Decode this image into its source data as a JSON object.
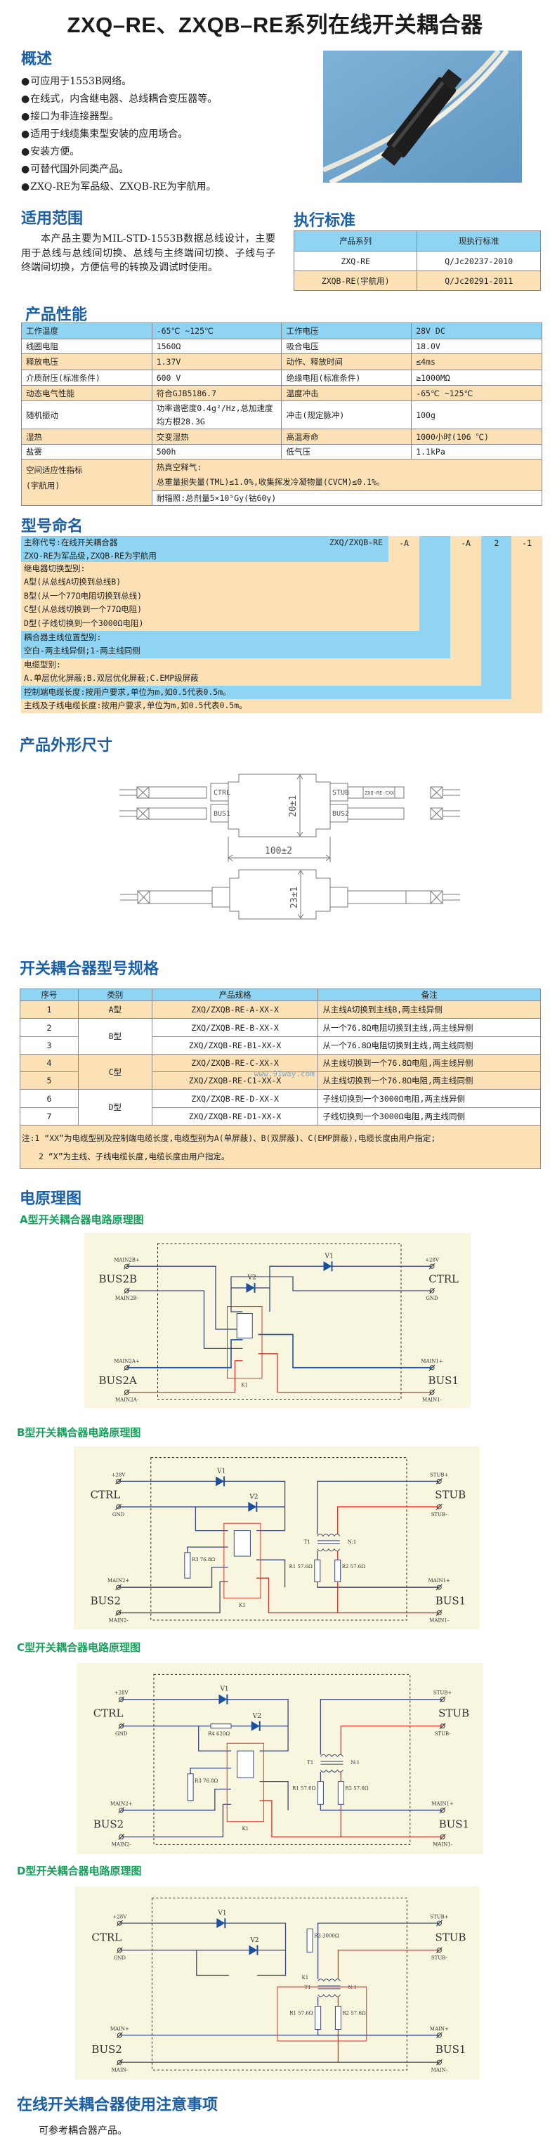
{
  "title": "ZXQ–RE、ZXQB–RE系列在线开关耦合器",
  "overview": {
    "heading": "概述",
    "bullets": [
      "可应用于1553B网络。",
      "在线式，内含继电器、总线耦合变压器等。",
      "接口为非连接器型。",
      "适用于线缆集束型安装的应用场合。",
      "安装方便。",
      "可替代国外同类产品。",
      "ZXQ-RE为军品级、ZXQB-RE为宇航用。"
    ]
  },
  "scope": {
    "heading": "适用范围",
    "text": "本产品主要为MIL-STD-1553B数据总线设计，主要用于总线与总线间切换、总线与主终端间切换、子线与子终端间切换，方便信号的转换及调试时使用。"
  },
  "standards": {
    "heading": "执行标准",
    "headers": [
      "产品系列",
      "现执行标准"
    ],
    "rows": [
      [
        "ZXQ-RE",
        "Q/Jc20237-2010"
      ],
      [
        "ZXQB-RE(宇航用)",
        "Q/Jc20291-2011"
      ]
    ]
  },
  "performance": {
    "heading": "产品性能",
    "rows": [
      [
        "工作温度",
        "-65℃ ~125℃",
        "工作电压",
        "28V DC"
      ],
      [
        "线圈电阻",
        "1560Ω",
        "吸合电压",
        "18.0V"
      ],
      [
        "释放电压",
        "1.37V",
        "动作、释放时间",
        "≤4ms"
      ],
      [
        "介质耐压(标准条件)",
        "600 V",
        "绝缘电阻(标准条件)",
        "≥1000MΩ"
      ],
      [
        "动态电气性能",
        "符合GJB5186.7",
        "温度冲击",
        "-65℃ ~125℃"
      ],
      [
        "随机振动",
        "功率谱密度0.4g²/Hz,总加速度均方根28.3G",
        "冲击(规定脉冲)",
        "100g"
      ],
      [
        "湿热",
        "交变湿热",
        "高温寿命",
        "1000小时(106 ℃)"
      ],
      [
        "盐雾",
        "500h",
        "低气压",
        "1.1kPa"
      ]
    ],
    "space_label": [
      "空间适应性指标",
      "(宇航用)"
    ],
    "space_outgas": [
      "热真空释气:",
      "总重量损失量(TML)≤1.0%,收集挥发冷凝物量(CVCM)≤0.1%。"
    ],
    "space_radiation": "耐辐照:总剂量5×10⁵Gy(钴60γ)"
  },
  "naming": {
    "heading": "型号命名",
    "main_label": "主称代号:在线开关耦合器",
    "main_code": "ZXQ/ZXQB-RE",
    "main_note": "ZXQ-RE为军品级,ZXQB-RE为宇航用",
    "codes": [
      "-A",
      "",
      "-A",
      "2",
      "-1"
    ],
    "relay": [
      "继电器切换型别:",
      "A型(从总线A切换到总线B)",
      "B型(从一个77Ω电阻切换到总线)",
      "C型(从总线切换到一个77Ω电阻)",
      "D型(子线切换到一个3000Ω电阻)"
    ],
    "position": [
      "耦合器主线位置型别:",
      "空白-两主线异侧;1-两主线同侧"
    ],
    "cable": [
      "电缆型别:",
      "A.单层优化屏蔽;B.双层优化屏蔽;C.EMP级屏蔽"
    ],
    "ctrl_len": "控制端电缆长度:按用户要求,单位为m,如0.5代表0.5m。",
    "main_len": "主线及子线电缆长度:按用户要求,单位为m,如0.5代表0.5m。"
  },
  "dimensions": {
    "heading": "产品外形尺寸",
    "labels": {
      "ctrl": "CTRL",
      "bus1": "BUS1",
      "stub": "STUB",
      "bus2": "BUS2",
      "tag": "ZXQ-RE-CXX",
      "height": "20±1",
      "length": "100±2",
      "width": "23±1"
    }
  },
  "models": {
    "heading": "开关耦合器型号规格",
    "headers": [
      "序号",
      "类别",
      "产品规格",
      "备注"
    ],
    "rows": [
      [
        "1",
        "A型",
        "ZXQ/ZXQB-RE-A-XX-X",
        "从主线A切换到主线B,两主线异侧"
      ],
      [
        "2",
        "B型",
        "ZXQ/ZXQB-RE-B-XX-X",
        "从一个76.8Ω电阻切换到主线,两主线异侧"
      ],
      [
        "3",
        "",
        "ZXQ/ZXQB-RE-B1-XX-X",
        "从一个76.8Ω电阻切换到主线,两主线同侧"
      ],
      [
        "4",
        "C型",
        "ZXQ/ZXQB-RE-C-XX-X",
        "从主线切换到一个76.8Ω电阻,两主线异侧"
      ],
      [
        "5",
        "",
        "ZXQ/ZXQB-RE-C1-XX-X",
        "从主线切换到一个76.8Ω电阻,两主线同侧"
      ],
      [
        "6",
        "D型",
        "ZXQ/ZXQB-RE-D-XX-X",
        "子线切换到一个3000Ω电阻,两主线异侧"
      ],
      [
        "7",
        "",
        "ZXQ/ZXQB-RE-D1-XX-X",
        "子线切换到一个3000Ω电阻,两主线同侧"
      ]
    ],
    "notes": [
      "注:1 “XX”为电缆型别及控制端电缆长度,电缆型别为A(单屏蔽)、B(双屏蔽)、C(EMP屏蔽),电缆长度由用户指定;",
      "2 “X”为主线、子线电缆长度,电缆长度由用户指定。"
    ],
    "watermark": "www.91way.com"
  },
  "schematics_heading": "电原理图",
  "schematics": [
    {
      "title": "A型开关耦合器电路原理图",
      "lt": {
        "group": "BUS2B",
        "plus": "MAIN2B+",
        "minus": "MAIN2B-"
      },
      "lb": {
        "group": "BUS2A",
        "plus": "MAIN2A+",
        "minus": "MAIN2A-"
      },
      "rt": {
        "group": "CTRL",
        "plus": "+28V",
        "minus": "GND"
      },
      "rb": {
        "group": "BUS1",
        "plus": "MAIN1+",
        "minus": "MAIN1-"
      },
      "parts": [
        "V1",
        "V2",
        "K1"
      ]
    },
    {
      "title": "B型开关耦合器电路原理图",
      "lt": {
        "group": "CTRL",
        "plus": "+28V",
        "minus": "GND"
      },
      "lb": {
        "group": "BUS2",
        "plus": "MAIN2+",
        "minus": "MAIN2-"
      },
      "rt": {
        "group": "STUB",
        "plus": "STUB+",
        "minus": "STUB-"
      },
      "rb": {
        "group": "BUS1",
        "plus": "MAIN1+",
        "minus": "MAIN1-"
      },
      "parts": [
        "V1",
        "V2",
        "K1",
        "R3 76.8Ω",
        "T1",
        "N:1",
        "R1 57.6Ω",
        "R2 57.6Ω"
      ]
    },
    {
      "title": "C型开关耦合器电路原理图",
      "lt": {
        "group": "CTRL",
        "plus": "+28V",
        "minus": "GND"
      },
      "lb": {
        "group": "BUS2",
        "plus": "MAIN2+",
        "minus": "MAIN2-"
      },
      "rt": {
        "group": "STUB",
        "plus": "STUB+",
        "minus": "STUB-"
      },
      "rb": {
        "group": "BUS1",
        "plus": "MAIN1+",
        "minus": "MAIN1-"
      },
      "parts": [
        "V1",
        "V2",
        "K1",
        "R3 76.8Ω",
        "T1",
        "N:1",
        "R1 57.6Ω",
        "R2 57.6Ω",
        "R4 620Ω"
      ]
    },
    {
      "title": "D型开关耦合器电路原理图",
      "lt": {
        "group": "CTRL",
        "plus": "+28V",
        "minus": "GND"
      },
      "lb": {
        "group": "BUS2",
        "plus": "MAIN+",
        "minus": "MAIN-"
      },
      "rt": {
        "group": "STUB",
        "plus": "STUB+",
        "minus": "STUB-"
      },
      "rb": {
        "group": "BUS1",
        "plus": "MAIN+",
        "minus": "MAIN-"
      },
      "parts": [
        "V1",
        "V2",
        "K1",
        "R3 3000Ω",
        "T1",
        "N:1",
        "R1 57.6Ω",
        "R2 57.6Ω"
      ]
    }
  ],
  "usage": {
    "heading": "在线开关耦合器使用注意事项",
    "text": "可参考耦合器产品。"
  },
  "colors": {
    "heading": "#1a5fa8",
    "subheading": "#17a05c",
    "table_blue": "#8fd5f3",
    "table_orange": "#fde1b6",
    "schematic_bg": "#f8f6de"
  }
}
